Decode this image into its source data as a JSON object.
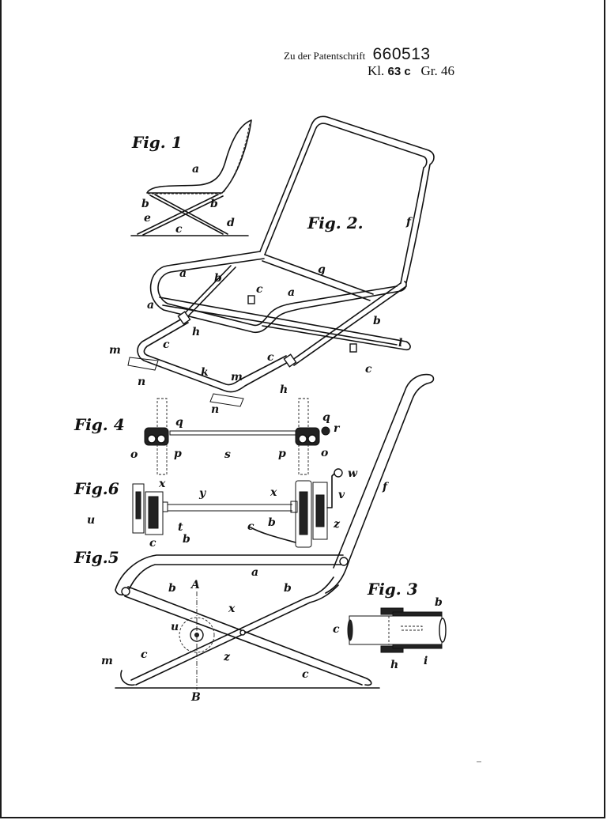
{
  "header": {
    "prefix": "Zu der Patentschrift",
    "patent_number": "660513",
    "class_label": "Kl.",
    "class_value": "63 c",
    "group_label": "Gr. 46"
  },
  "figures": {
    "fig1": {
      "caption": "Fig. 1",
      "refs": {
        "a": "a",
        "b_left": "b",
        "b_right": "b",
        "e": "e",
        "c": "c",
        "d": "d"
      }
    },
    "fig2": {
      "caption": "Fig. 2.",
      "refs": {
        "f": "f",
        "g": "g",
        "a_left": "a",
        "a_lower": "a",
        "a_mid": "a",
        "b_top": "b",
        "b_right": "b",
        "c_top": "c",
        "c_left": "c",
        "c_mid": "c",
        "c_right": "c",
        "h_left": "h",
        "h_right": "h",
        "l": "l",
        "k": "k",
        "m_left": "m",
        "m_right": "m",
        "n_left": "n",
        "n_right": "n"
      }
    },
    "fig3": {
      "caption": "Fig. 3",
      "refs": {
        "b": "b",
        "c": "c",
        "h": "h",
        "i": "i"
      }
    },
    "fig4": {
      "caption": "Fig. 4",
      "refs": {
        "q_left": "q",
        "q_right": "q",
        "o_left": "o",
        "o_right": "o",
        "p_left": "p",
        "p_right": "p",
        "s": "s",
        "r": "r"
      }
    },
    "fig5": {
      "caption": "Fig.5",
      "refs": {
        "a": "a",
        "b_left": "b",
        "b_right": "b",
        "A": "A",
        "B": "B",
        "x": "x",
        "u": "u",
        "z": "z",
        "c_left": "c",
        "c_right": "c",
        "m": "m",
        "f": "f"
      }
    },
    "fig6": {
      "caption": "Fig.6",
      "refs": {
        "x_left": "x",
        "x_right": "x",
        "y": "y",
        "u": "u",
        "t": "t",
        "c_left": "c",
        "b_left": "b",
        "c_right": "c",
        "b_right": "b",
        "v": "v",
        "w": "w",
        "z": "z"
      }
    }
  }
}
